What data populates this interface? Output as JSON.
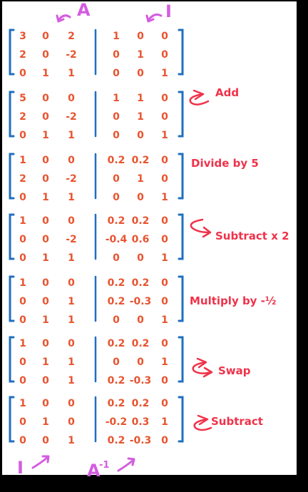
{
  "colors": {
    "background": "#000000",
    "panel": "#ffffff",
    "matrix_text": "#e8542f",
    "bracket": "#1f6fc0",
    "annotation": "#f0324a",
    "label": "#d45ce0"
  },
  "labels": {
    "top_a": "A",
    "top_i": "I",
    "bottom_i": "I",
    "bottom_a_base": "A",
    "bottom_a_exp": "-1"
  },
  "steps": [
    {
      "left": [
        [
          "3",
          "0",
          "2"
        ],
        [
          "2",
          "0",
          "-2"
        ],
        [
          "0",
          "1",
          "1"
        ]
      ],
      "right": [
        [
          "1",
          "0",
          "0"
        ],
        [
          "0",
          "1",
          "0"
        ],
        [
          "0",
          "0",
          "1"
        ]
      ],
      "note": "",
      "arrow": "none"
    },
    {
      "left": [
        [
          "5",
          "0",
          "0"
        ],
        [
          "2",
          "0",
          "-2"
        ],
        [
          "0",
          "1",
          "1"
        ]
      ],
      "right": [
        [
          "1",
          "1",
          "0"
        ],
        [
          "0",
          "1",
          "0"
        ],
        [
          "0",
          "0",
          "1"
        ]
      ],
      "note": "Add",
      "arrow": "curl-up"
    },
    {
      "left": [
        [
          "1",
          "0",
          "0"
        ],
        [
          "2",
          "0",
          "-2"
        ],
        [
          "0",
          "1",
          "1"
        ]
      ],
      "right": [
        [
          "0.2",
          "0.2",
          "0"
        ],
        [
          "0",
          "1",
          "0"
        ],
        [
          "0",
          "0",
          "1"
        ]
      ],
      "note": "Divide by 5",
      "arrow": "none"
    },
    {
      "left": [
        [
          "1",
          "0",
          "0"
        ],
        [
          "0",
          "0",
          "-2"
        ],
        [
          "0",
          "1",
          "1"
        ]
      ],
      "right": [
        [
          "0.2",
          "0.2",
          "0"
        ],
        [
          "-0.4",
          "0.6",
          "0"
        ],
        [
          "0",
          "0",
          "1"
        ]
      ],
      "note": "Subtract x 2",
      "arrow": "curl-down"
    },
    {
      "left": [
        [
          "1",
          "0",
          "0"
        ],
        [
          "0",
          "0",
          "1"
        ],
        [
          "0",
          "1",
          "1"
        ]
      ],
      "right": [
        [
          "0.2",
          "0.2",
          "0"
        ],
        [
          "0.2",
          "-0.3",
          "0"
        ],
        [
          "0",
          "0",
          "1"
        ]
      ],
      "note": "Multiply by -½",
      "arrow": "none"
    },
    {
      "left": [
        [
          "1",
          "0",
          "0"
        ],
        [
          "0",
          "1",
          "1"
        ],
        [
          "0",
          "0",
          "1"
        ]
      ],
      "right": [
        [
          "0.2",
          "0.2",
          "0"
        ],
        [
          "0",
          "0",
          "1"
        ],
        [
          "0.2",
          "-0.3",
          "0"
        ]
      ],
      "note": "Swap",
      "arrow": "swap"
    },
    {
      "left": [
        [
          "1",
          "0",
          "0"
        ],
        [
          "0",
          "1",
          "0"
        ],
        [
          "0",
          "0",
          "1"
        ]
      ],
      "right": [
        [
          "0.2",
          "0.2",
          "0"
        ],
        [
          "-0.2",
          "0.3",
          "1"
        ],
        [
          "0.2",
          "-0.3",
          "0"
        ]
      ],
      "note": "Subtract",
      "arrow": "curl-up"
    }
  ]
}
